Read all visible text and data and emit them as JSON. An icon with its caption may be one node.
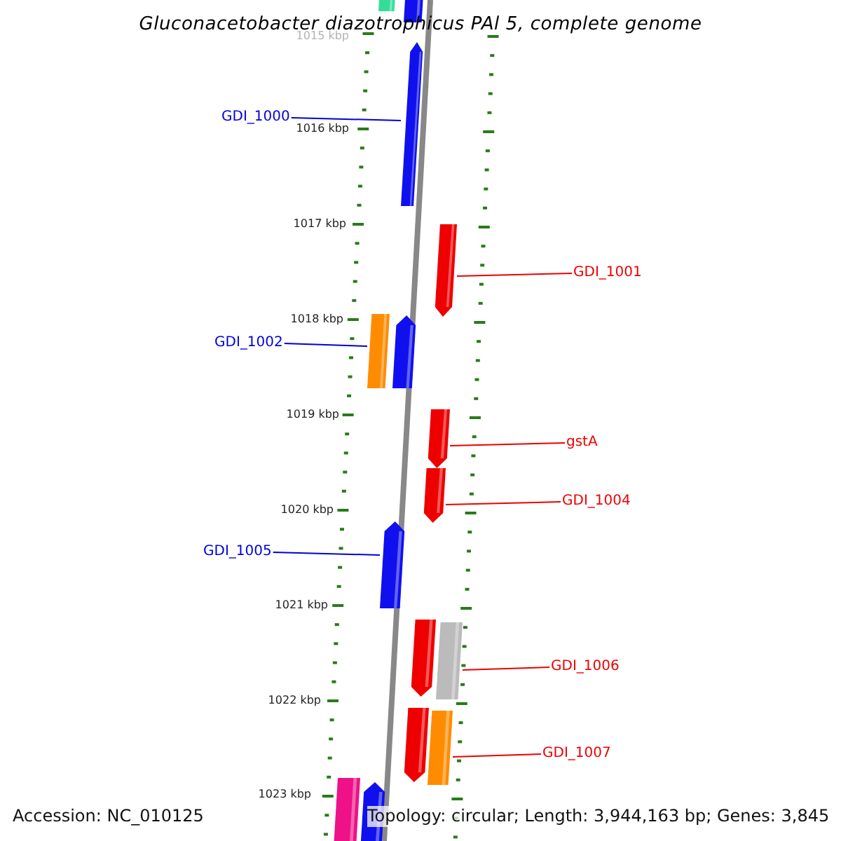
{
  "diagram": {
    "title": "Gluconacetobacter diazotrophicus PAl 5, complete genome",
    "nodes": [
      {
        "text": [],
        "shape": "bar"
      },
      {
        "text": [],
        "shape": "bar"
      },
      {
        "text": [],
        "shape": "arrow"
      },
      {
        "text": [
          "GDI_1000"
        ]
      },
      {
        "text": [],
        "shape": "arrow"
      },
      {
        "text": [
          "GDI_1001"
        ]
      },
      {
        "text": [],
        "shape": "bar"
      },
      {
        "text": [],
        "shape": "arrow"
      },
      {
        "text": [
          "GDI_1002"
        ]
      },
      {
        "text": [],
        "shape": "arrow"
      },
      {
        "text": [
          "gstA"
        ]
      },
      {
        "text": [],
        "shape": "arrow"
      },
      {
        "text": [
          "GDI_1004"
        ]
      },
      {
        "text": [],
        "shape": "arrow"
      },
      {
        "text": [
          "GDI_1005"
        ]
      },
      {
        "text": [],
        "shape": "arrow"
      },
      {
        "text": [],
        "shape": "bar"
      },
      {
        "text": [
          "GDI_1006"
        ]
      },
      {
        "text": [],
        "shape": "arrow"
      },
      {
        "text": [],
        "shape": "bar"
      },
      {
        "text": [
          "GDI_1007"
        ]
      },
      {
        "text": [],
        "shape": "bar"
      },
      {
        "text": [],
        "shape": "arrow"
      }
    ],
    "edges": [
      {
        "from": 3,
        "to": 2,
        "arrow": "none",
        "color": "#0000dd"
      },
      {
        "from": 5,
        "to": 4,
        "arrow": "none"
      },
      {
        "from": 8,
        "to": 6,
        "arrow": "none",
        "color": "#0000dd"
      },
      {
        "from": 10,
        "to": 9,
        "arrow": "none"
      },
      {
        "from": 12,
        "to": 11,
        "arrow": "none"
      },
      {
        "from": 14,
        "to": 13,
        "arrow": "none",
        "color": "#0000dd"
      },
      {
        "from": 17,
        "to": 16,
        "arrow": "none"
      },
      {
        "from": 20,
        "to": 19,
        "arrow": "none"
      }
    ],
    "labels": [
      "1015 kbp",
      "1016 kbp",
      "1017 kbp",
      "1018 kbp",
      "1019 kbp",
      "1020 kbp",
      "1021 kbp",
      "1022 kbp",
      "1023 kbp",
      "Accession: NC_010125",
      "Topology: circular; Length: 3,944,163 bp; Genes: 3,845"
    ]
  }
}
